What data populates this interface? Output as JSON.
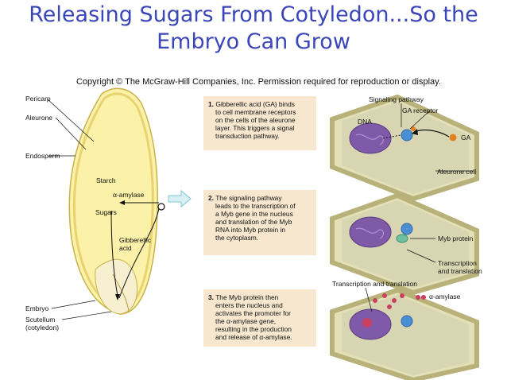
{
  "title": {
    "line1": "Releasing Sugars From  Cotyledon...So the",
    "line2": "Embryo Can Grow"
  },
  "copyright": "Copyright © The McGraw-Hill Companies, Inc. Permission required for reproduction or display.",
  "seed_labels": {
    "pericarp": "Pericarp",
    "aleurone": "Aleurone",
    "endosperm": "Endosperm",
    "starch": "Starch",
    "amylase": "α-amylase",
    "sugars": "Sugars",
    "gibberellic_1": "Gibberellic",
    "gibberellic_2": "acid",
    "embryo": "Embryo",
    "scutellum_1": "Scutellum",
    "scutellum_2": "(cotyledon)"
  },
  "steps": [
    {
      "num": "1.",
      "lines": [
        "Gibberellic acid (GA) binds",
        "to cell membrane receptors",
        "on the cells of the aleurone",
        "layer. This triggers a signal",
        "transduction pathway."
      ]
    },
    {
      "num": "2.",
      "lines": [
        "The signaling pathway",
        "leads to the transcription of",
        "a Myb gene in the nucleus",
        "and translation of the Myb",
        "RNA into Myb protein in",
        "the cytoplasm."
      ]
    },
    {
      "num": "3.",
      "lines": [
        "The Myb protein then",
        "enters the nucleus and",
        "activates the promoter for",
        "the α-amylase gene,",
        "resulting in the production",
        "and release of α-amylase."
      ]
    }
  ],
  "cell_labels": {
    "signaling_pathway": "Signaling pathway",
    "ga_receptor": "GA receptor",
    "dna": "DNA",
    "ga": "GA",
    "aleurone_cell": "Aleurone cell",
    "myb_protein": "Myb protein",
    "transcription_1": "Transcription",
    "transcription_2": "and translation",
    "transcription_translation": "Transcription and translation",
    "amylase": "α-amylase"
  },
  "colors": {
    "title": "#3b46b8",
    "seed_fill": "#fbf1a8",
    "seed_edge": "#c9b24a",
    "box_fill": "#f7e7cf",
    "cell_wall": "#b8b27a",
    "cytoplasm": "#d8d6b2",
    "nucleus": "#7f5aa8",
    "receptor": "#4a8fd4",
    "myb": "#6fc0a0",
    "ga": "#e2801e",
    "amylase": "#c94060"
  }
}
